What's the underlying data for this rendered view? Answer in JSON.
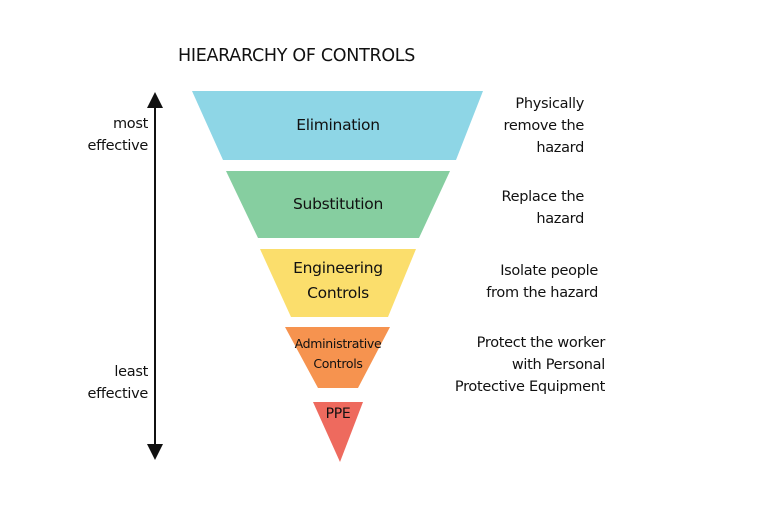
{
  "title": "HIEARARCHY OF CONTROLS",
  "axis": {
    "top_label": [
      "most",
      "effective"
    ],
    "bottom_label": [
      "least",
      "effective"
    ]
  },
  "levels": [
    {
      "name": [
        "Elimination"
      ],
      "description": [
        "Physically",
        "remove the",
        "hazard"
      ],
      "color": "#8ed6e6"
    },
    {
      "name": [
        "Substitution"
      ],
      "description": [
        "Replace the",
        "hazard"
      ],
      "color": "#86cea0"
    },
    {
      "name": [
        "Engineering",
        "Controls"
      ],
      "description": [
        "Isolate people",
        "from the hazard"
      ],
      "color": "#fbde6c"
    },
    {
      "name": [
        "Administrative",
        "Controls"
      ],
      "description": [
        "Protect the worker",
        "with Personal",
        "Protective Equipment"
      ],
      "color": "#f6934f"
    },
    {
      "name": [
        "PPE"
      ],
      "description": [],
      "color": "#ee6a5e"
    }
  ]
}
